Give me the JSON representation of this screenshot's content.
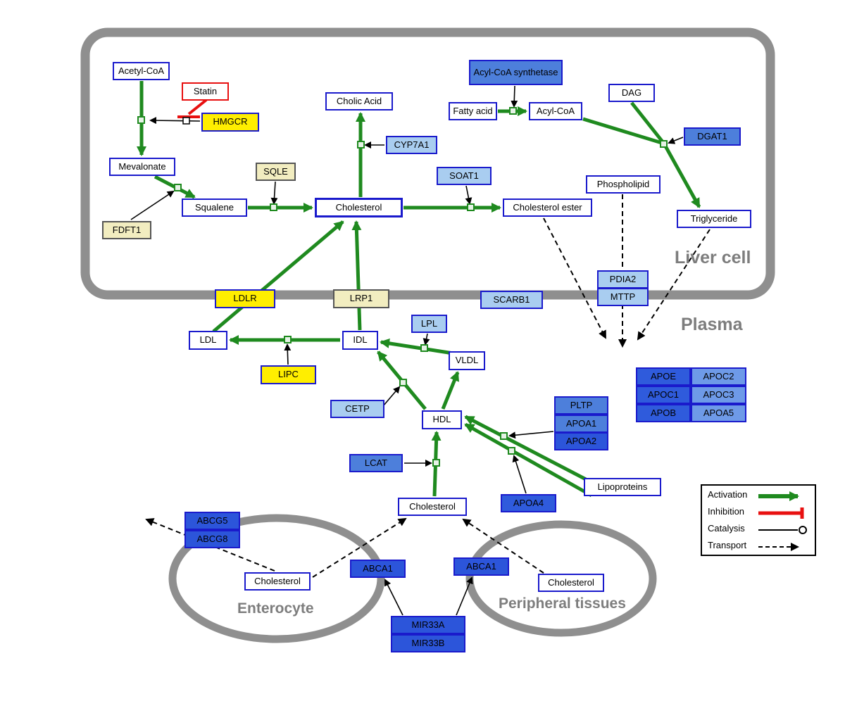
{
  "regions": {
    "liver": "Liver cell",
    "plasma": "Plasma",
    "enterocyte": "Enterocyte",
    "peripheral": "Peripheral tissues"
  },
  "legend": {
    "activation": "Activation",
    "inhibition": "Inhibition",
    "catalysis": "Catalysis",
    "transport": "Transport"
  },
  "nodes": {
    "acetyl_coa": {
      "label": "Acetyl-CoA"
    },
    "statin": {
      "label": "Statin"
    },
    "hmgcr": {
      "label": "HMGCR"
    },
    "mevalonate": {
      "label": "Mevalonate"
    },
    "sqle": {
      "label": "SQLE"
    },
    "fdft1": {
      "label": "FDFT1"
    },
    "squalene": {
      "label": "Squalene"
    },
    "cholesterol_liver": {
      "label": "Cholesterol"
    },
    "cholic_acid": {
      "label": "Cholic Acid"
    },
    "cyp7a1": {
      "label": "CYP7A1"
    },
    "soat1": {
      "label": "SOAT1"
    },
    "cholesterol_ester": {
      "label": "Cholesterol ester"
    },
    "acyl_coa_synthetase": {
      "label": "Acyl-CoA synthetase"
    },
    "fatty_acid": {
      "label": "Fatty acid"
    },
    "acyl_coa": {
      "label": "Acyl-CoA"
    },
    "dag": {
      "label": "DAG"
    },
    "dgat1": {
      "label": "DGAT1"
    },
    "phospholipid": {
      "label": "Phospholipid"
    },
    "triglyceride": {
      "label": "Triglyceride"
    },
    "ldlr": {
      "label": "LDLR"
    },
    "lrp1": {
      "label": "LRP1"
    },
    "scarb1": {
      "label": "SCARB1"
    },
    "pdia2": {
      "label": "PDIA2"
    },
    "mttp": {
      "label": "MTTP"
    },
    "ldl": {
      "label": "LDL"
    },
    "idl": {
      "label": "IDL"
    },
    "lpl": {
      "label": "LPL"
    },
    "vldl": {
      "label": "VLDL"
    },
    "lipc": {
      "label": "LIPC"
    },
    "cetp": {
      "label": "CETP"
    },
    "hdl": {
      "label": "HDL"
    },
    "pltp": {
      "label": "PLTP"
    },
    "apoa1": {
      "label": "APOA1"
    },
    "apoa2": {
      "label": "APOA2"
    },
    "apoe": {
      "label": "APOE"
    },
    "apoc2": {
      "label": "APOC2"
    },
    "apoc1": {
      "label": "APOC1"
    },
    "apoc3": {
      "label": "APOC3"
    },
    "apob": {
      "label": "APOB"
    },
    "apoa5": {
      "label": "APOA5"
    },
    "lcat": {
      "label": "LCAT"
    },
    "apoa4": {
      "label": "APOA4"
    },
    "lipoproteins": {
      "label": "Lipoproteins"
    },
    "cholesterol_plasma": {
      "label": "Cholesterol"
    },
    "abcg5": {
      "label": "ABCG5"
    },
    "abcg8": {
      "label": "ABCG8"
    },
    "cholesterol_enterocyte": {
      "label": "Cholesterol"
    },
    "abca1_enterocyte": {
      "label": "ABCA1"
    },
    "abca1_peripheral": {
      "label": "ABCA1"
    },
    "cholesterol_peripheral": {
      "label": "Cholesterol"
    },
    "mir33a": {
      "label": "MIR33A"
    },
    "mir33b": {
      "label": "MIR33B"
    }
  },
  "colors": {
    "activation_green": "#1f8a1f",
    "inhibition_red": "#e81010",
    "membrane_gray": "#8f8f8f",
    "gene_yellow": "#ffee00",
    "gene_pale_yellow": "#f2edc0",
    "gene_blue_light": "#a9cdf0",
    "gene_blue_mid": "#4d7fdb",
    "gene_blue_dark": "#2f5bdc",
    "metabolite_border_blue": "#1a1acc"
  }
}
